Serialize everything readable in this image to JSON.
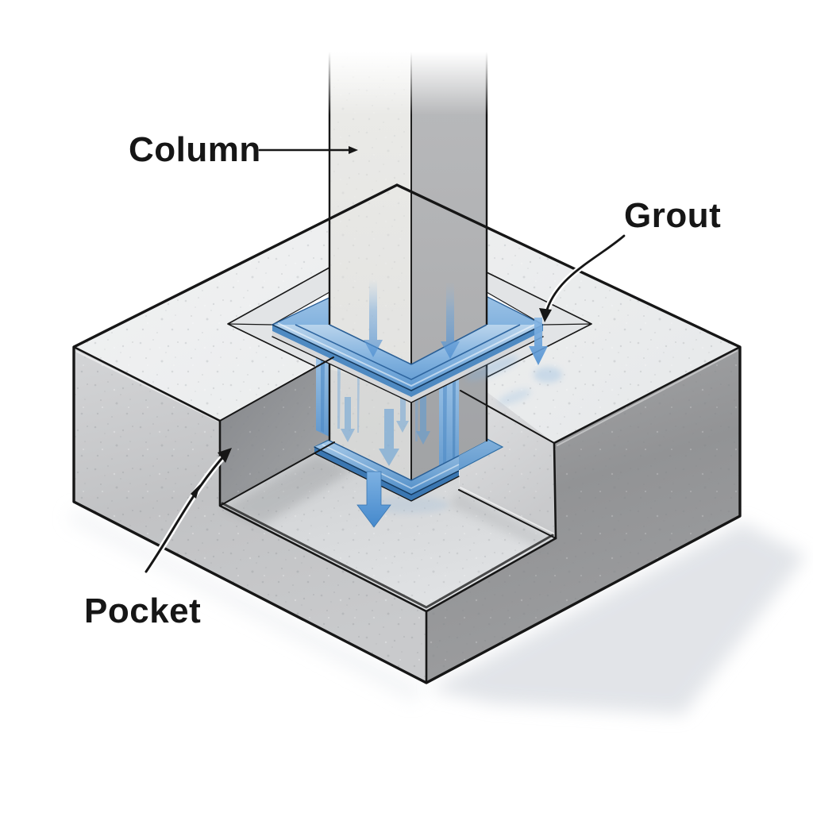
{
  "diagram": {
    "type": "isometric-technical-illustration",
    "subject": "Precast column installed in a pocket (socket) foundation with grout",
    "labels": {
      "column": "Column",
      "grout": "Grout",
      "pocket": "Pocket"
    },
    "icons": {
      "flow_arrows": "arrow-down-icon",
      "leader_ends": "arrowhead-icon"
    },
    "annotations": [
      {
        "label": "Column",
        "leader": "straight line pointing right to column left face"
      },
      {
        "label": "Grout",
        "leader": "curved line with arrowhead pointing to blue grout ring on foundation top"
      },
      {
        "label": "Pocket",
        "leader": "curved line with arrowhead pointing to cutaway pocket wall"
      }
    ],
    "colors": {
      "background": "#ffffff",
      "ink": "#161616",
      "grout_blue": "#5b9bd5",
      "grout_blue_light": "#aecde9",
      "grout_blue_dark": "#2e6da4",
      "concrete_top": "#edeff0",
      "concrete_left_face": "#c4c5c7",
      "concrete_right_face": "#98999b",
      "pocket_wall_dark": "#8f9193",
      "pocket_wall_lit": "#d5d6d8",
      "pocket_floor": "#d5d7d9",
      "column_left_face": "#e8e8e6",
      "column_right_face": "#b3b4b6",
      "drop_shadow": "#dde0e5"
    }
  }
}
